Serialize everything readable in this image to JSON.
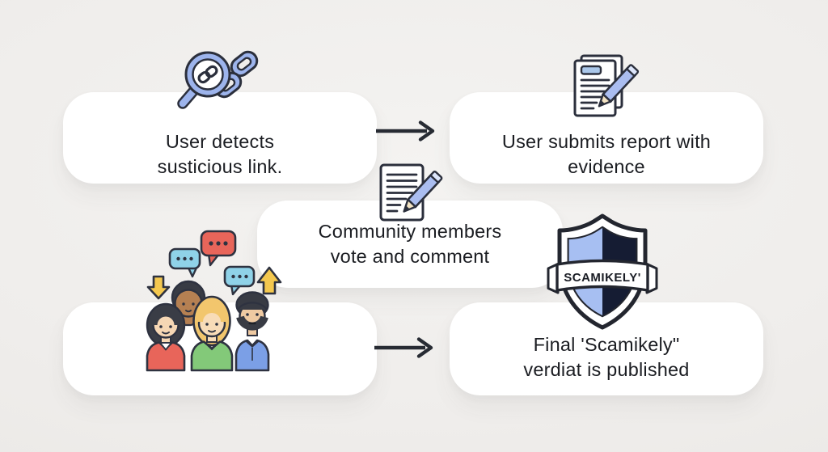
{
  "diagram_title": "",
  "steps": [
    {
      "name": "detect-suspicious-link",
      "lines": [
        "User detects",
        "susticious link."
      ],
      "icon": "magnifier-chain-link-icon"
    },
    {
      "name": "submit-report",
      "lines": [
        "User submits report with",
        "evidence"
      ],
      "icon": "document-pencil-icon"
    },
    {
      "name": "community-vote",
      "lines": [
        "Community members",
        "vote and comment"
      ],
      "icon": "document-pencil-icon"
    },
    {
      "name": "publish-verdict",
      "lines": [
        "Final 'Scamikely\"",
        "verdiat is published"
      ],
      "icon": "scamikely-shield-icon"
    }
  ],
  "flow": [
    "detect-suspicious-link",
    "submit-report",
    "community-vote",
    "publish-verdict"
  ],
  "shield": {
    "banner_text": "SCAMIKELY'"
  },
  "icons": {
    "step_detect": "magnifier-chain-link-icon",
    "step_report": "document-pencil-icon",
    "step_vote": "document-pencil-icon",
    "step_verdict": "scamikely-shield-icon",
    "connector": "arrow-right-icon",
    "community": "people-group-illustration"
  },
  "colors": {
    "background": "#efedeb",
    "card": "#ffffff",
    "text": "#1b1d22",
    "flow_arrow": "#272b33",
    "outline": "#2e3240",
    "accent_periwinkle": "#9db4ec",
    "shield_left": "#a7bff2",
    "shield_right": "#151c33",
    "bubble_blue": "#8fd2e8",
    "bubble_red": "#e8655a",
    "vote_arrow_yellow": "#f4c84f",
    "shirt_red": "#e8655a",
    "shirt_green": "#83c979",
    "shirt_blue": "#7b9fe6",
    "hair_blonde": "#f2c66d"
  }
}
